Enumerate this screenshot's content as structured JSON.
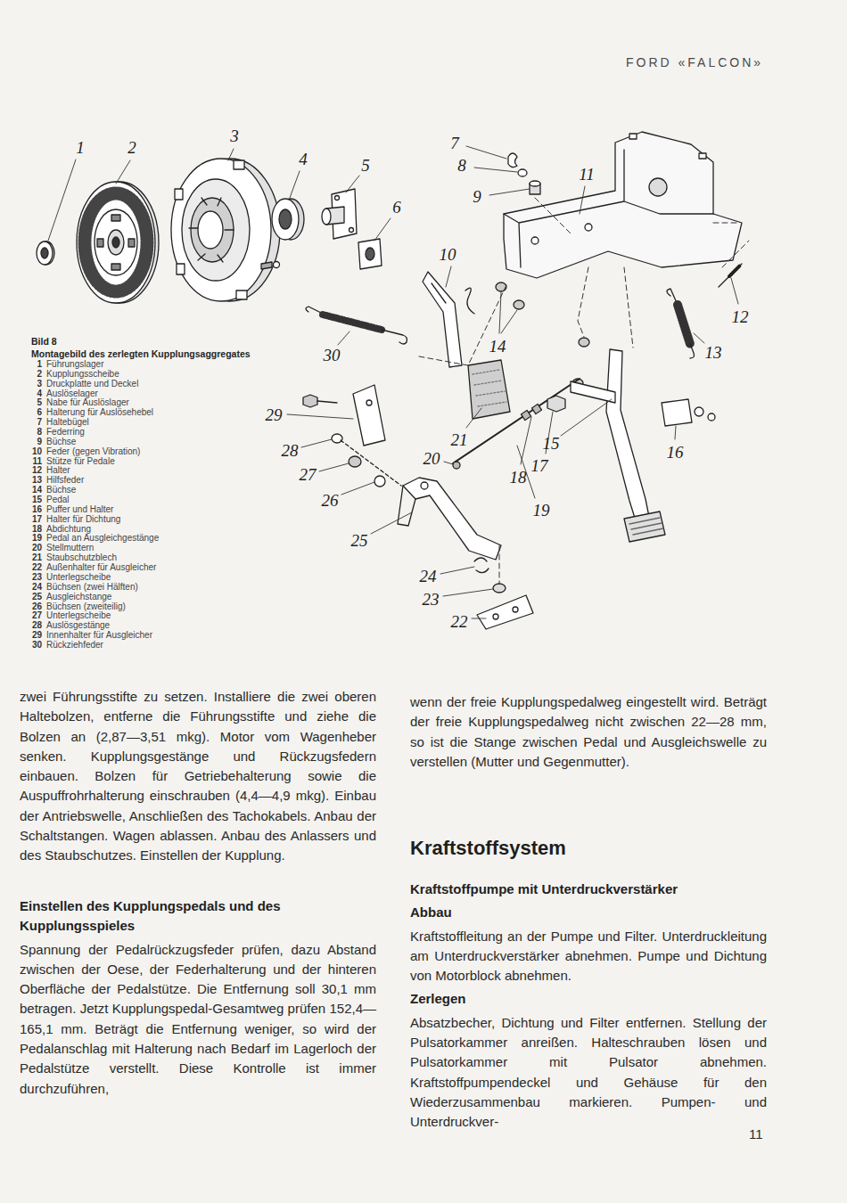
{
  "diagram": {
    "title": "FORD «FALCON»",
    "caption": "Montagebild des zerlegten Kupplungsaggregates",
    "labels": [
      "1",
      "2",
      "3",
      "4",
      "5",
      "6",
      "7",
      "8",
      "9",
      "10",
      "11",
      "12",
      "13",
      "14",
      "15",
      "16",
      "17",
      "18",
      "19",
      "20",
      "21",
      "22",
      "23",
      "24",
      "25",
      "26",
      "27",
      "28",
      "29",
      "30",
      "Bild 8",
      "1",
      "Führungslager",
      "2",
      "Kupplungsscheibe",
      "3",
      "Druckplatte und Deckel",
      "4",
      "Auslöselager",
      "5",
      "Nabe für Auslöslager",
      "6",
      "Halterung für Auslösehebel",
      "7",
      "Haltebügel",
      "8",
      "Federring",
      "9",
      "Büchse",
      "10",
      "Feder (gegen Vibration)",
      "11",
      "Stütze für Pedale",
      "12",
      "Halter",
      "13",
      "Hilfsfeder",
      "14",
      "Büchse",
      "15",
      "Pedal",
      "16",
      "Puffer und Halter",
      "17",
      "Halter für Dichtung",
      "18",
      "Abdichtung",
      "19",
      "Pedal an Ausgleichgestänge",
      "20",
      "Stellmuttern",
      "21",
      "Staubschutzblech",
      "22",
      "Außenhalter für Ausgleicher",
      "23",
      "Unterlegscheibe",
      "24",
      "Büchsen (zwei Hälften)",
      "25",
      "Ausgleichstange",
      "26",
      "Büchsen (zweiteilig)",
      "27",
      "Unterlegscheibe",
      "28",
      "Auslösgestänge",
      "29",
      "Innenhalter für Ausgleicher",
      "30",
      "Rückziehfeder",
      "zwei Führungsstifte zu setzen. Installiere die zwei oberen Haltebolzen, entferne die Führungsstifte und ziehe die Bolzen an (2,87—3,51 mkg). Motor vom Wagenheber senken. Kupplungsgestänge und Rückzugsfedern einbauen. Bolzen für Getriebehalterung sowie die Auspuffrohrhalterung einschrauben (4,4—4,9 mkg). Einbau der Antriebswelle, Anschließen des Tachokabels. Anbau der Schaltstangen. Wagen ablassen. Anbau des Anlassers und des Staubschutzes. Einstellen der Kupplung.",
      "Einstellen des Kupplungspedals und des Kupplungsspieles",
      "Spannung der Pedalrückzugsfeder prüfen, dazu Abstand zwischen der Oese, der Federhalterung und der hinteren Oberfläche der Pedalstütze. Die Entfernung soll 30,1 mm betragen. Jetzt Kupplungspedal-Gesamtweg prüfen 152,4—165,1 mm. Beträgt die Entfernung weniger, so wird der Pedalanschlag mit Halterung nach Bedarf im Lagerloch der Pedalstütze verstellt. Diese Kontrolle ist immer durchzuführen,",
      "wenn der freie Kupplungspedalweg eingestellt wird. Beträgt der freie Kupplungspedalweg nicht zwischen 22—28 mm, so ist die Stange zwischen Pedal und Ausgleichswelle zu verstellen (Mutter und Gegenmutter).",
      "Kraftstoffsystem",
      "Kraftstoffpumpe mit Unterdruckverstärker",
      "Abbau",
      "Kraftstoffleitung an der Pumpe und Filter. Unterdruckleitung am Unterdruckverstärker abnehmen. Pumpe und Dichtung von Motorblock abnehmen.",
      "Zerlegen",
      "Absatzbecher, Dichtung und Filter entfernen. Stellung der Pulsatorkammer anreißen. Halteschrauben lösen und Pulsatorkammer mit Pulsator abnehmen. Kraftstoffpumpendeckel und Gehäuse für den Wiederzusammenbau markieren. Pumpen- und Unterdruckver-",
      "11"
    ]
  }
}
